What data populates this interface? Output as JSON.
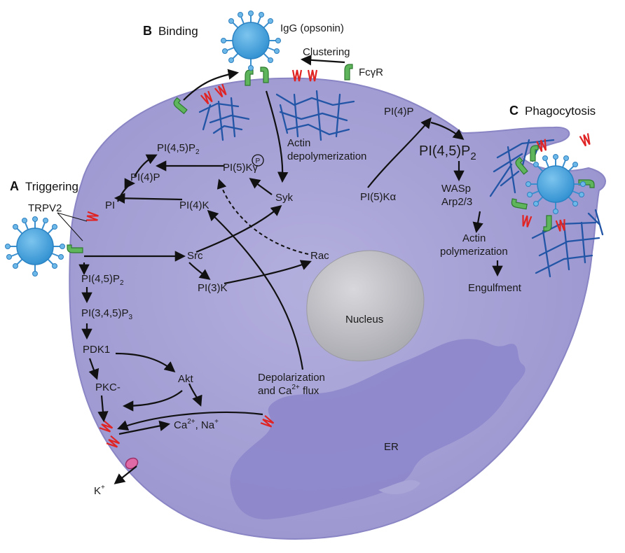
{
  "sections": {
    "a": {
      "letter": "A",
      "title": "Triggering"
    },
    "b": {
      "letter": "B",
      "title": "Binding"
    },
    "c": {
      "letter": "C",
      "title": "Phagocytosis"
    }
  },
  "labels": {
    "igg": "IgG (opsonin)",
    "clustering": "Clustering",
    "fcgr": "FcγR",
    "trpv2": "TRPV2",
    "actin_depol_1": "Actin",
    "actin_depol_2": "depolymerization",
    "pi45p2_top": "PI(4,5)P",
    "pi45p2_top_sub": "2",
    "pi4p_left": "PI(4)P",
    "pi5kg": "PI(5)Kγ",
    "p_circle": "P",
    "pi": "PI",
    "pi4k": "PI(4)K",
    "syk": "Syk",
    "src": "Src",
    "rac": "Rac",
    "pi5ka": "PI(5)Kα",
    "pi4p_right": "PI(4)P",
    "pi45p2_big": "PI(4,5)P",
    "pi45p2_big_sub": "2",
    "wasp": "WASp",
    "arp": "Arp2/3",
    "actin_pol_1": "Actin",
    "actin_pol_2": "polymerization",
    "engulfment": "Engulfment",
    "pi45p2_low": "PI(4,5)P",
    "pi45p2_low_sub": "2",
    "pi3k": "PI(3)K",
    "pip3": "PI(3,4,5)P",
    "pip3_sub": "3",
    "pdk1": "PDK1",
    "akt": "Akt",
    "pkc": "PKC-",
    "ca_na": "Ca",
    "ca_sup": "2+",
    "ca_na_rest": ", Na",
    "na_sup": "+",
    "k": "K",
    "k_sup": "+",
    "depol_1": "Depolarization",
    "depol_2": "and Ca",
    "depol_2_sup": "2+",
    "depol_2_rest": " flux",
    "nucleus": "Nucleus",
    "er": "ER"
  },
  "colors": {
    "cell_fill": "#a9a5d6",
    "cell_edge": "#8a85c4",
    "er_fill": "#8c86cb",
    "nucleus_fill": "#c4c4c8",
    "particle": "#4aa3dc",
    "receptor": "#5fb55c",
    "channel": "#e02424",
    "actin": "#2255a6",
    "k_channel": "#e06aa6"
  }
}
